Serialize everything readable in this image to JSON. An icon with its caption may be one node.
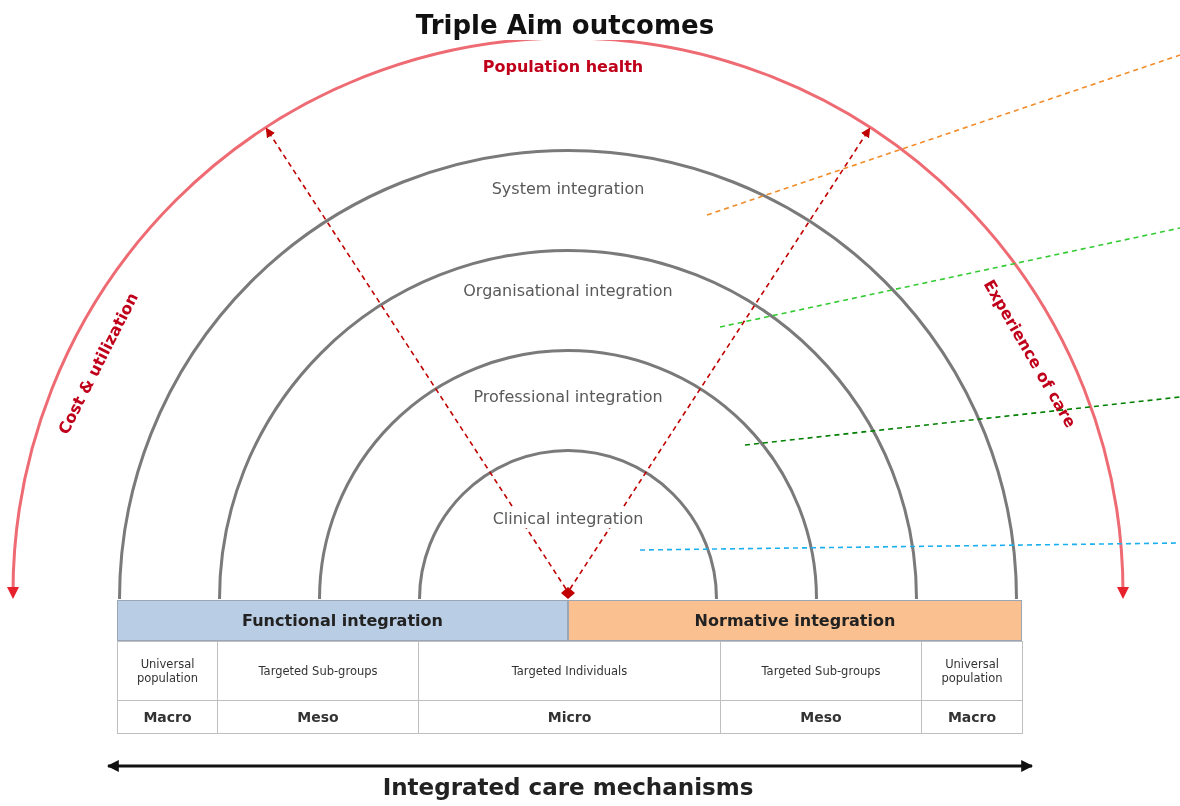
{
  "diagram": {
    "title": "Triple Aim outcomes",
    "nodes": [
      {
        "text": [
          "Population health",
          "Cost & utilization",
          "Experience of care"
        ]
      },
      {
        "text": [
          "System integration"
        ],
        "in": 0
      },
      {
        "text": [
          "Organisational integration"
        ],
        "in": 1
      },
      {
        "text": [
          "Professional integration"
        ],
        "in": 2
      },
      {
        "text": [
          "Clinical integration"
        ],
        "in": 3
      },
      {
        "text": [
          "Functional integration"
        ]
      },
      {
        "text": [
          "Normative integration"
        ]
      },
      {
        "text": [],
        "shape": "diamond",
        "in": 4
      }
    ],
    "edges": [
      {
        "from": 7,
        "to": 0,
        "arrow": "to",
        "style": "dashed",
        "color": "#c00000"
      },
      {
        "from": 7,
        "to": 0,
        "arrow": "to",
        "style": "dashed",
        "color": "#c00000"
      },
      {
        "from": 1,
        "to": null,
        "arrow": "none",
        "style": "dashed",
        "color": "#f28c28"
      },
      {
        "from": 2,
        "to": null,
        "arrow": "none",
        "style": "dashed",
        "color": "#33cc33"
      },
      {
        "from": 3,
        "to": null,
        "arrow": "none",
        "style": "dashed",
        "color": "#008000"
      },
      {
        "from": 4,
        "to": null,
        "arrow": "none",
        "style": "dashed",
        "color": "#1ab0f0"
      }
    ],
    "labels": [
      "Universal population",
      "Targeted Sub-groups",
      "Targeted Individuals",
      "Targeted Sub-groups",
      "Universal population",
      "Macro",
      "Meso",
      "Micro",
      "Meso",
      "Macro",
      "Integrated care mechanisms"
    ]
  }
}
